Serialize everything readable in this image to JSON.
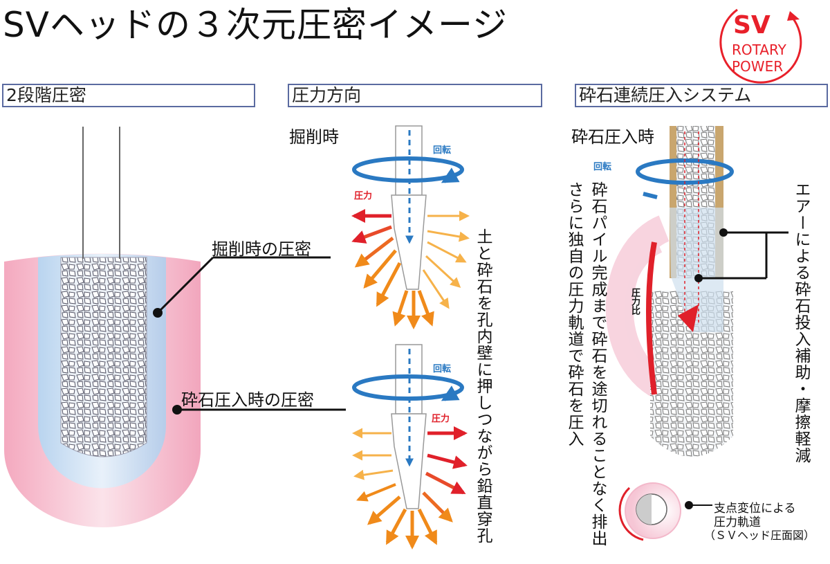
{
  "title": "SVヘッドの３次元圧密イメージ",
  "logo": {
    "line1": "SV",
    "line2": "ROTARY",
    "line3": "POWER",
    "color": "#e8202a"
  },
  "sections": {
    "left": {
      "heading": "2段階圧密",
      "label_excavation": "掘削時の圧密",
      "label_gravel": "砕石圧入時の圧密"
    },
    "middle": {
      "heading": "圧力方向",
      "label_excavation": "掘削時",
      "rotation": "回転",
      "pressure": "圧力",
      "vertical_text": "土と砕石を孔内壁に押しつながら鉛直穿孔"
    },
    "right": {
      "heading": "砕石連続圧入システム",
      "label_gravel": "砕石圧入時",
      "rotation": "回転",
      "pressure_ratio": "圧力比",
      "vertical_text_1": "砕石パイル完成まで砕石を途切れることなく排出",
      "vertical_text_2": "さらに独自の圧力軌道で砕石を圧入",
      "vertical_text_3": "エアーによる砕石投入補助・摩擦軽減",
      "pivot_label_1": "支点変位による",
      "pivot_label_2": "圧力軌道",
      "pivot_label_3": "（ＳＶヘッド圧面図）"
    }
  },
  "colors": {
    "blue": "#2a79c2",
    "red": "#e0202a",
    "orange": "#f08a1a",
    "pink": "#f2b7c9",
    "lightblue": "#cfe6f6"
  }
}
